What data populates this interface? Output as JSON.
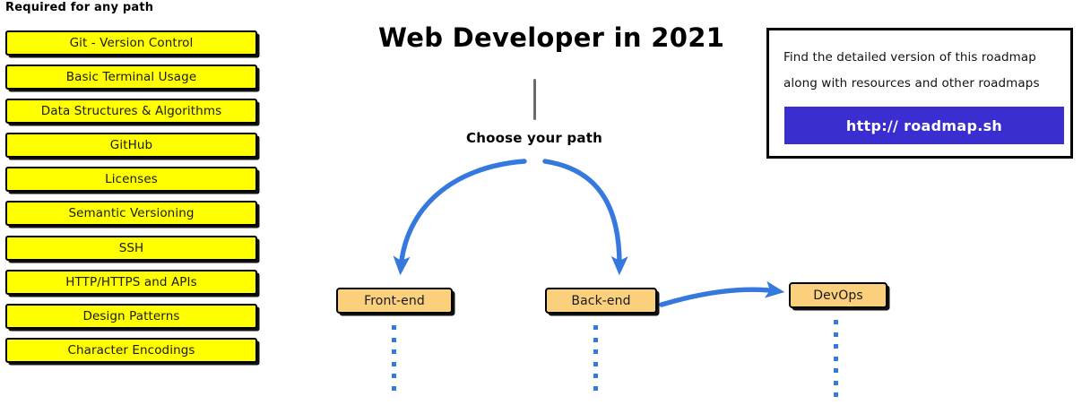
{
  "required_section": {
    "heading": "Required for any path",
    "items": [
      {
        "label": "Git - Version Control"
      },
      {
        "label": "Basic Terminal Usage"
      },
      {
        "label": "Data Structures & Algorithms"
      },
      {
        "label": "GitHub"
      },
      {
        "label": "Licenses"
      },
      {
        "label": "Semantic Versioning"
      },
      {
        "label": "SSH"
      },
      {
        "label": "HTTP/HTTPS and APIs"
      },
      {
        "label": "Design Patterns"
      },
      {
        "label": "Character Encodings"
      }
    ]
  },
  "diagram": {
    "title": "Web Developer in 2021",
    "choose_label": "Choose your path",
    "paths": [
      {
        "label": "Front-end"
      },
      {
        "label": "Back-end"
      },
      {
        "label": "DevOps"
      }
    ]
  },
  "roadmap_card": {
    "line1": "Find the detailed version of this roadmap",
    "line2": "along with resources and other roadmaps",
    "link_label": "http:// roadmap.sh"
  },
  "colors": {
    "required_box_fill": "#FFFF00",
    "path_box_fill": "#FAD07C",
    "arrow_blue": "#3578DE",
    "link_button": "#3B2ED0",
    "stem_gray": "#6B6B6B",
    "outline": "#000000"
  }
}
